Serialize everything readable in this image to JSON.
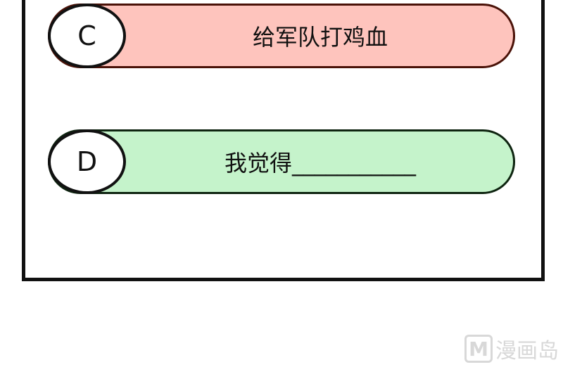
{
  "options": [
    {
      "letter": "C",
      "text": "给军队打鸡血",
      "color": "#fec4bd"
    },
    {
      "letter": "D",
      "text": "我觉得___________",
      "color": "#c5f3cb"
    }
  ],
  "watermark": {
    "logo": "M",
    "text": "漫画岛"
  }
}
